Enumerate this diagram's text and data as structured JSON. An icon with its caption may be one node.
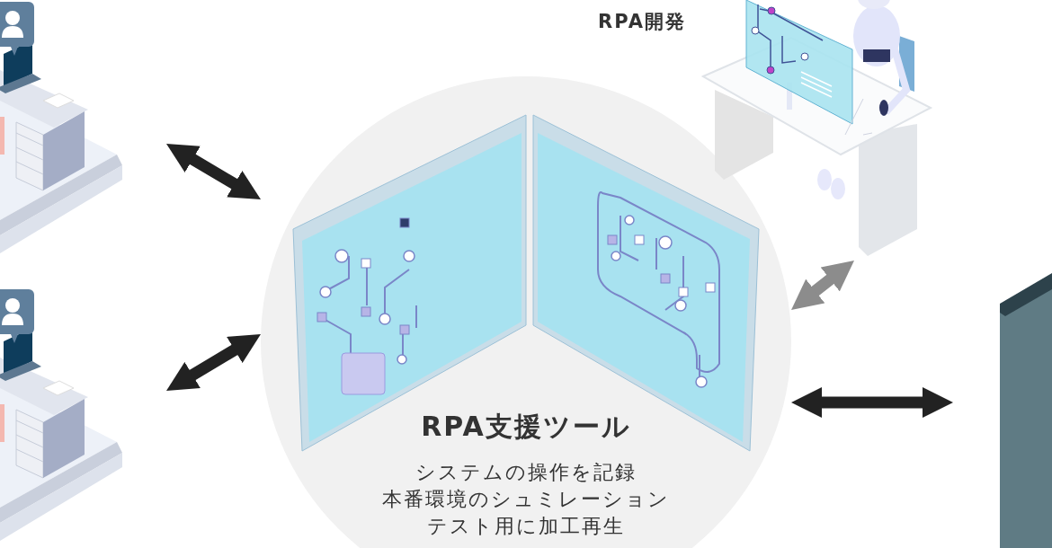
{
  "diagram": {
    "nodes": [
      {
        "text": [],
        "shape": "picture"
      },
      {
        "text": [],
        "shape": "picture"
      },
      {
        "text": [
          "RPA支援ツール",
          "システムの操作を記録",
          "本番環境のシュミレーション",
          "テスト用に加工再生"
        ]
      },
      {
        "text": [],
        "shape": "picture",
        "beside": [
          "RPA開発"
        ]
      },
      {
        "text": [],
        "shape": "picture"
      }
    ],
    "edges": [
      {
        "from": 0,
        "to": 2,
        "arrow": "both"
      },
      {
        "from": 1,
        "to": 2,
        "arrow": "both"
      },
      {
        "from": 2,
        "to": 3,
        "arrow": "both",
        "color": "#8c8c8c"
      },
      {
        "from": 2,
        "to": 4,
        "arrow": "both"
      }
    ]
  }
}
